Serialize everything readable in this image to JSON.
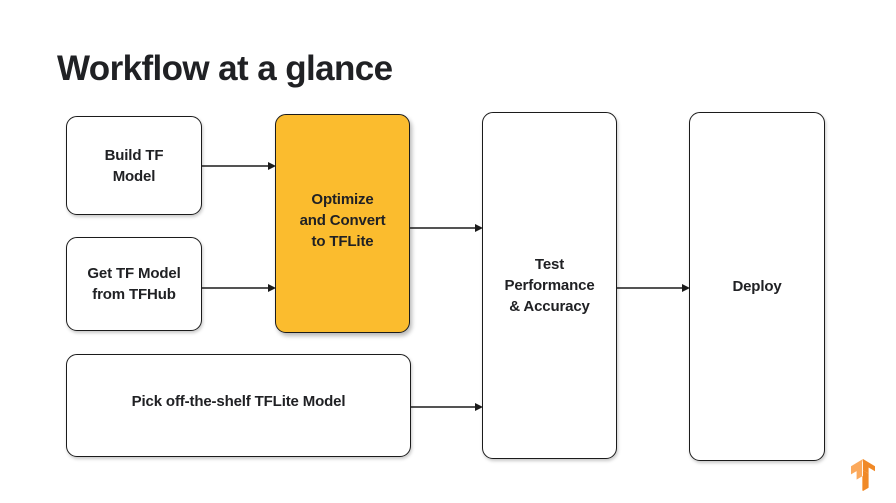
{
  "slide": {
    "title": "Workflow at a glance",
    "background_color": "#ffffff",
    "text_color": "#202124",
    "accent_color": "#FBBC2E",
    "border_color": "#1b1b1b"
  },
  "diagram": {
    "type": "flowchart",
    "nodes": [
      {
        "id": "build-tf-model",
        "label": "Build TF\nModel",
        "fill": "#ffffff",
        "column": 1
      },
      {
        "id": "get-tf-model-from-tfhub",
        "label": "Get TF Model\nfrom TFHub",
        "fill": "#ffffff",
        "column": 1
      },
      {
        "id": "pick-off-the-shelf-tflite-model",
        "label": "Pick off-the-shelf TFLite Model",
        "fill": "#ffffff",
        "column": 1
      },
      {
        "id": "optimize-and-convert-to-tflite",
        "label": "Optimize\nand Convert\nto TFLite",
        "fill": "#FBBC2E",
        "column": 2
      },
      {
        "id": "test-performance-and-accuracy",
        "label": "Test\nPerformance\n& Accuracy",
        "fill": "#ffffff",
        "column": 3
      },
      {
        "id": "deploy",
        "label": "Deploy",
        "fill": "#ffffff",
        "column": 4
      }
    ],
    "edges": [
      {
        "from": "build-tf-model",
        "to": "optimize-and-convert-to-tflite"
      },
      {
        "from": "get-tf-model-from-tfhub",
        "to": "optimize-and-convert-to-tflite"
      },
      {
        "from": "optimize-and-convert-to-tflite",
        "to": "test-performance-and-accuracy"
      },
      {
        "from": "pick-off-the-shelf-tflite-model",
        "to": "test-performance-and-accuracy"
      },
      {
        "from": "test-performance-and-accuracy",
        "to": "deploy"
      }
    ]
  },
  "branding": {
    "logo_name": "tensorflow-logo",
    "logo_color_light": "#FBA95C",
    "logo_color_dark": "#F08927"
  }
}
